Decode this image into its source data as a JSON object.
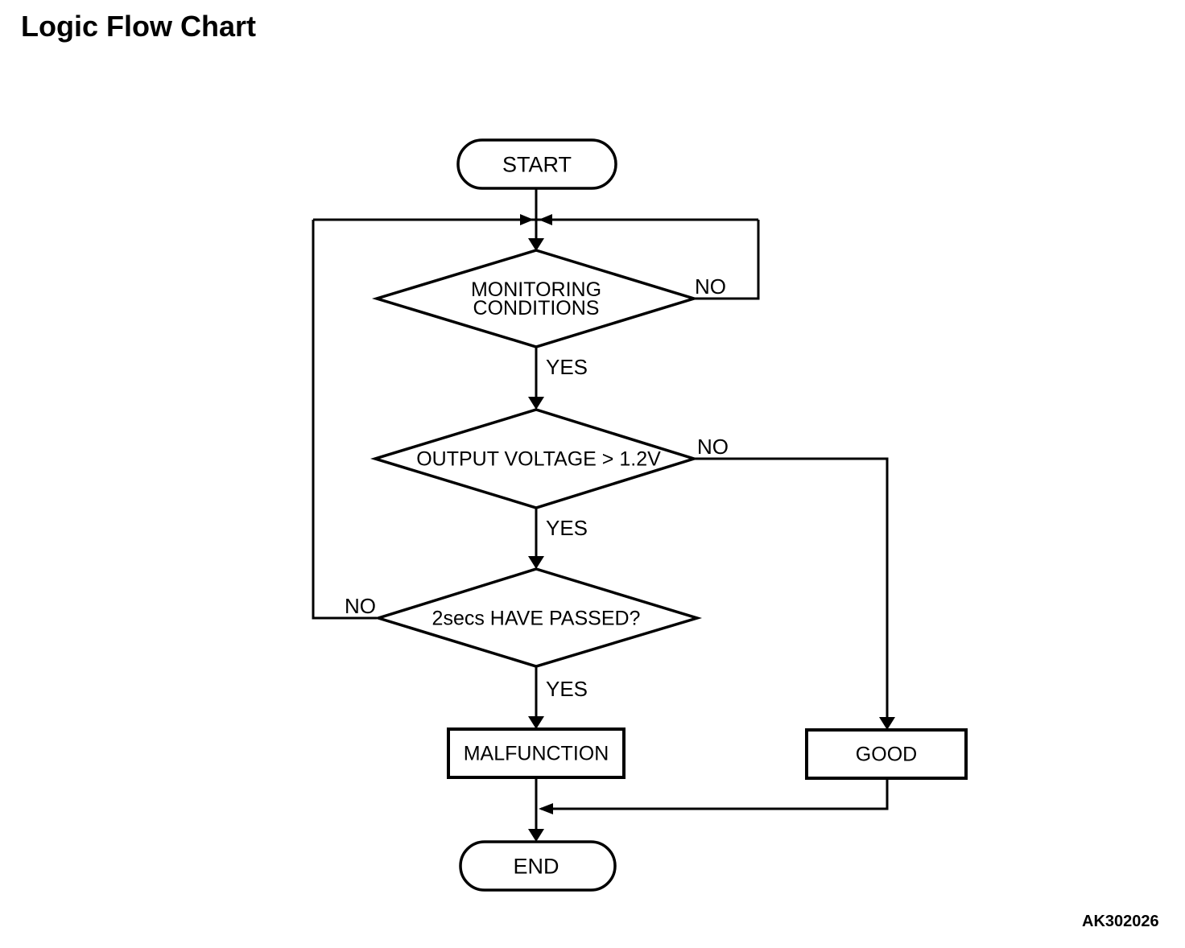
{
  "page": {
    "title": "Logic Flow Chart",
    "figure_code": "AK302026"
  },
  "flowchart": {
    "nodes": {
      "start": {
        "label": "START",
        "shape": "terminator"
      },
      "monitoring": {
        "label": "MONITORING\nCONDITIONS",
        "shape": "decision"
      },
      "voltage": {
        "label": "OUTPUT VOLTAGE > 1.2V",
        "shape": "decision"
      },
      "twosecs": {
        "label": "2secs HAVE PASSED?",
        "shape": "decision"
      },
      "malfunction": {
        "label": "MALFUNCTION",
        "shape": "process"
      },
      "good": {
        "label": "GOOD",
        "shape": "process"
      },
      "end": {
        "label": "END",
        "shape": "terminator"
      }
    },
    "edges": {
      "monitoring_yes": {
        "label": "YES"
      },
      "monitoring_no": {
        "label": "NO"
      },
      "voltage_yes": {
        "label": "YES"
      },
      "voltage_no": {
        "label": "NO"
      },
      "twosecs_yes": {
        "label": "YES"
      },
      "twosecs_no": {
        "label": "NO"
      }
    },
    "colors": {
      "ink": "#000000",
      "background": "#ffffff"
    }
  }
}
